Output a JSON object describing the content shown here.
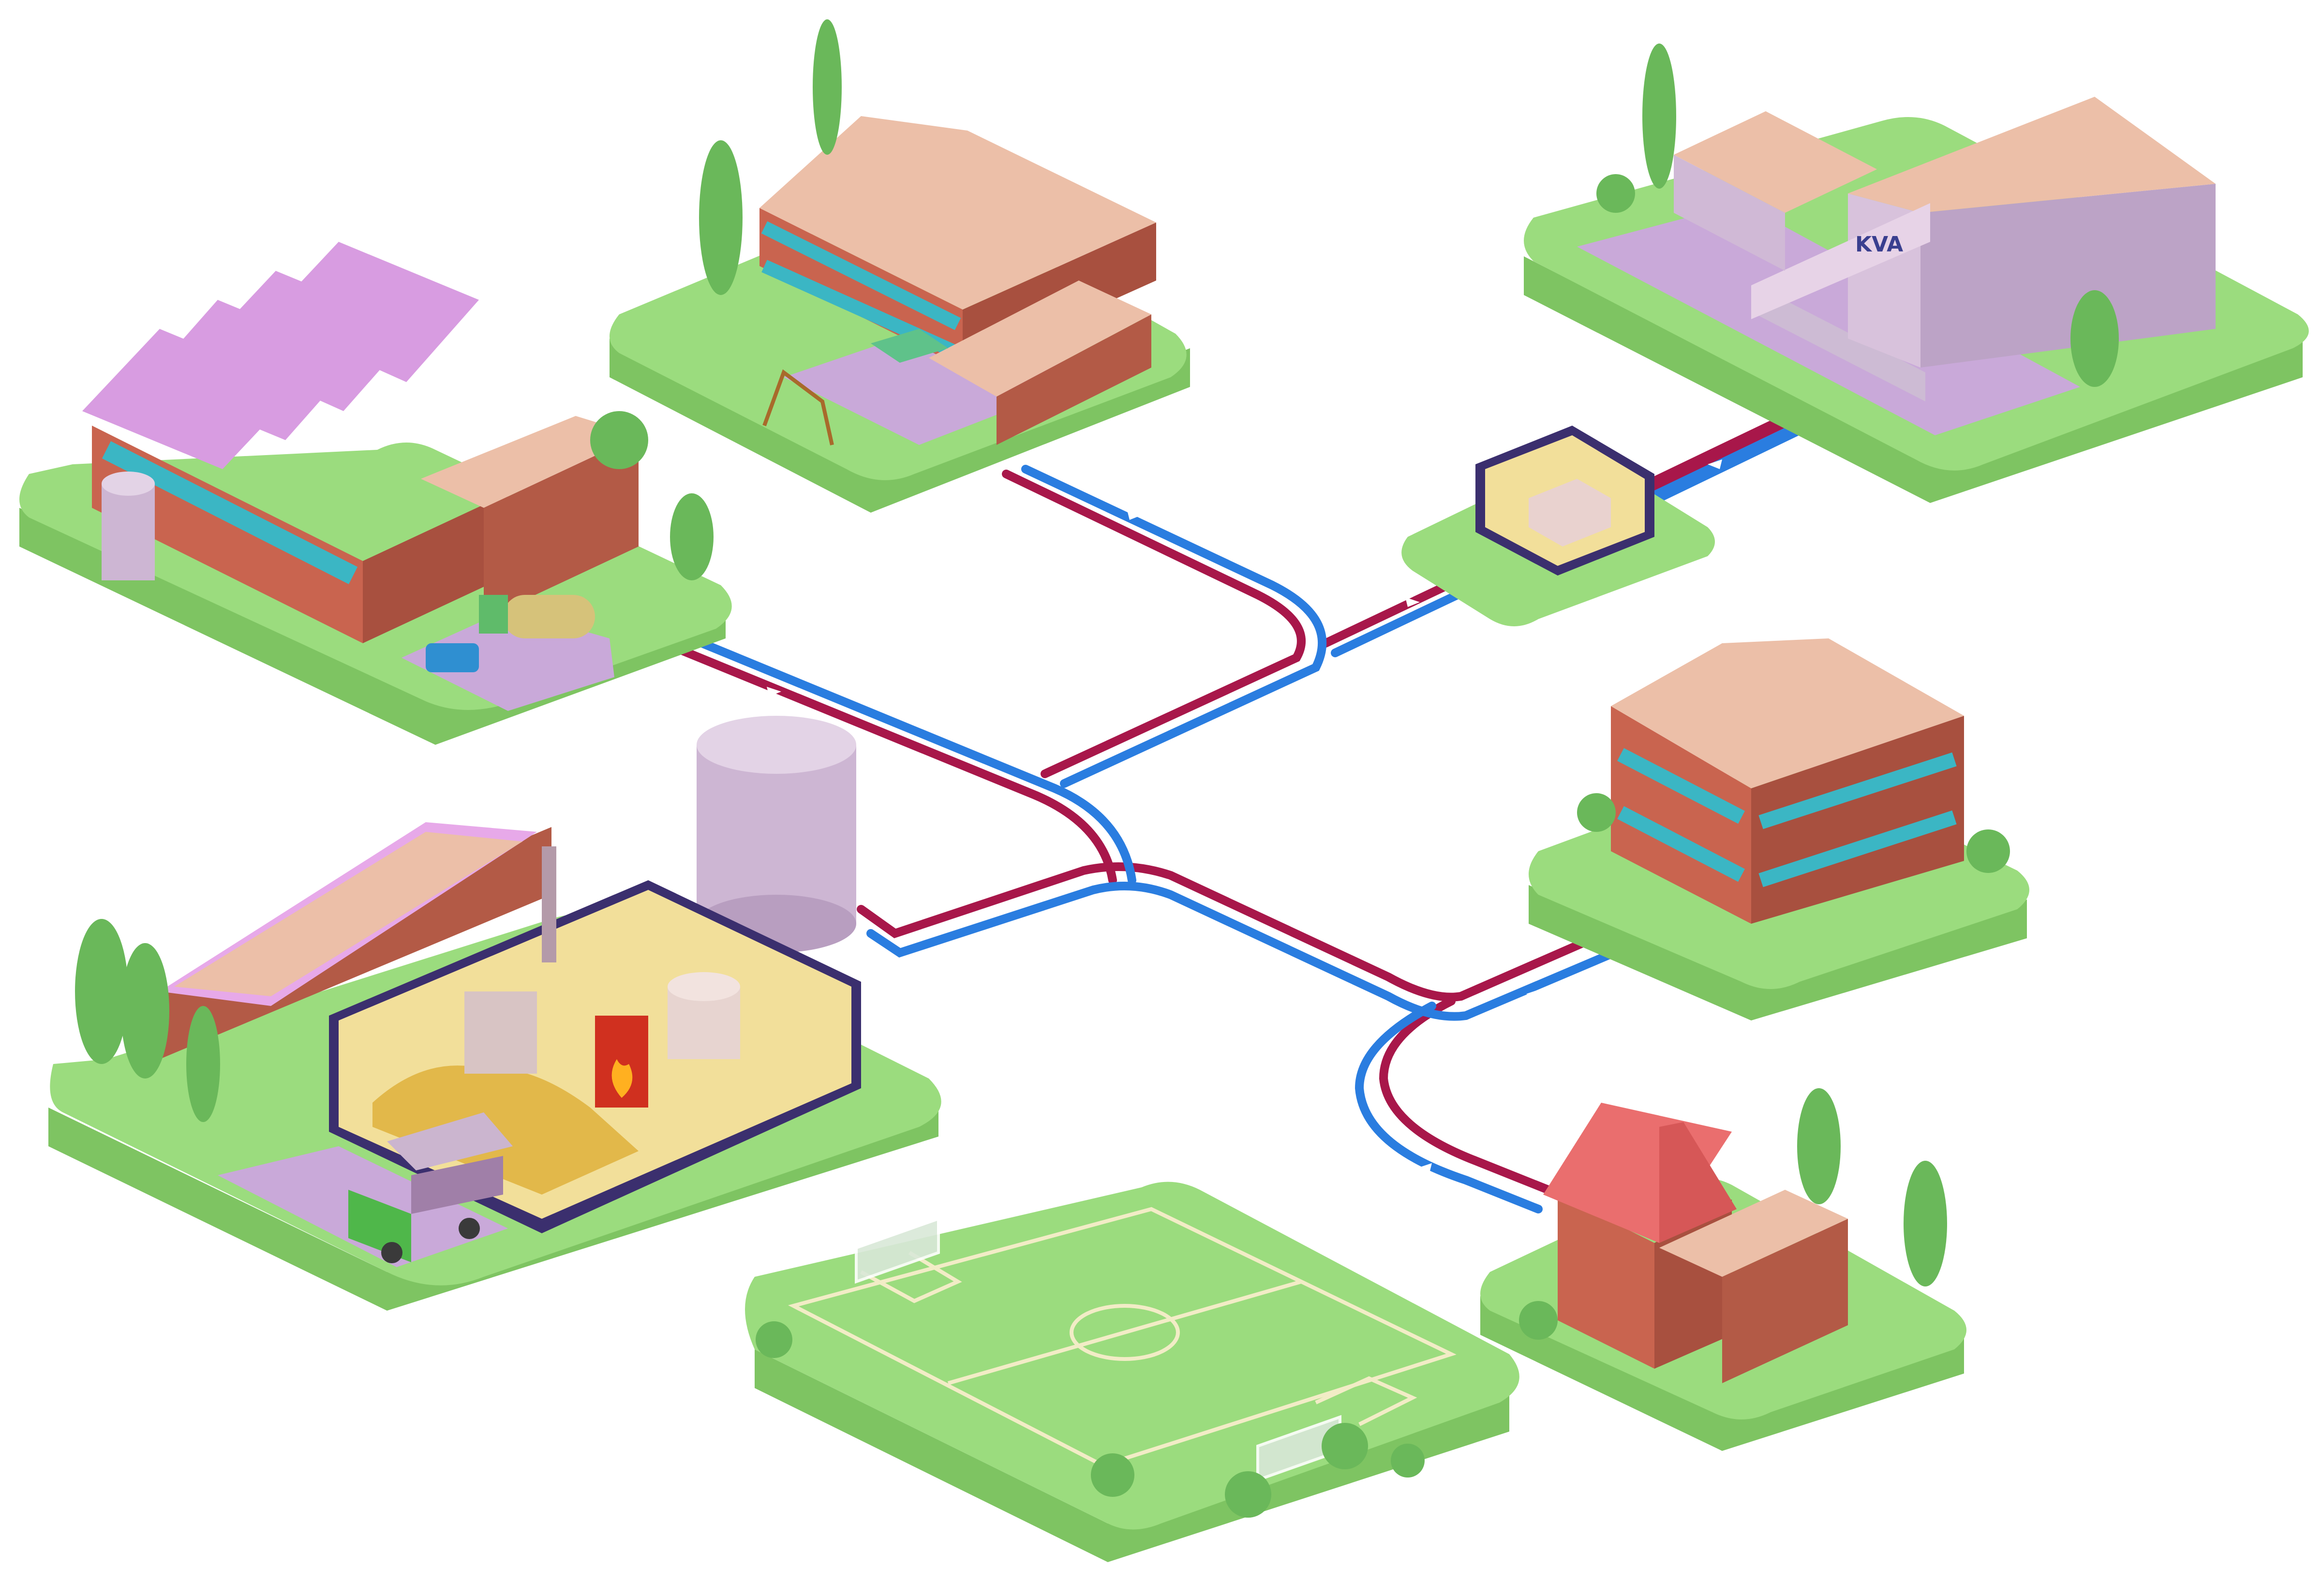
{
  "labels": {
    "kva_sign": "KVA"
  },
  "colors": {
    "supply_pipe": "#a8174a",
    "return_pipe": "#2a7de0",
    "grass": "#9bdc7e",
    "grass_side": "#7ec462",
    "pavement": "#c9a9d9",
    "roof": "#e9b9a6",
    "roof_trim": "#d79be0",
    "brick": "#c9644f",
    "window": "#3bb6c4",
    "background": "#ffffff"
  },
  "nodes": [
    {
      "id": "heating-plant",
      "icon": "biomass-heating-plant-icon"
    },
    {
      "id": "storage-tank",
      "icon": "storage-tank-icon"
    },
    {
      "id": "industry",
      "icon": "factory-icon"
    },
    {
      "id": "school",
      "icon": "school-icon"
    },
    {
      "id": "kva",
      "icon": "waste-incineration-plant-icon"
    },
    {
      "id": "substation",
      "icon": "heat-exchanger-substation-icon"
    },
    {
      "id": "apartment",
      "icon": "apartment-building-icon"
    },
    {
      "id": "house",
      "icon": "family-house-icon"
    },
    {
      "id": "sports-field",
      "icon": "football-field-icon"
    }
  ]
}
